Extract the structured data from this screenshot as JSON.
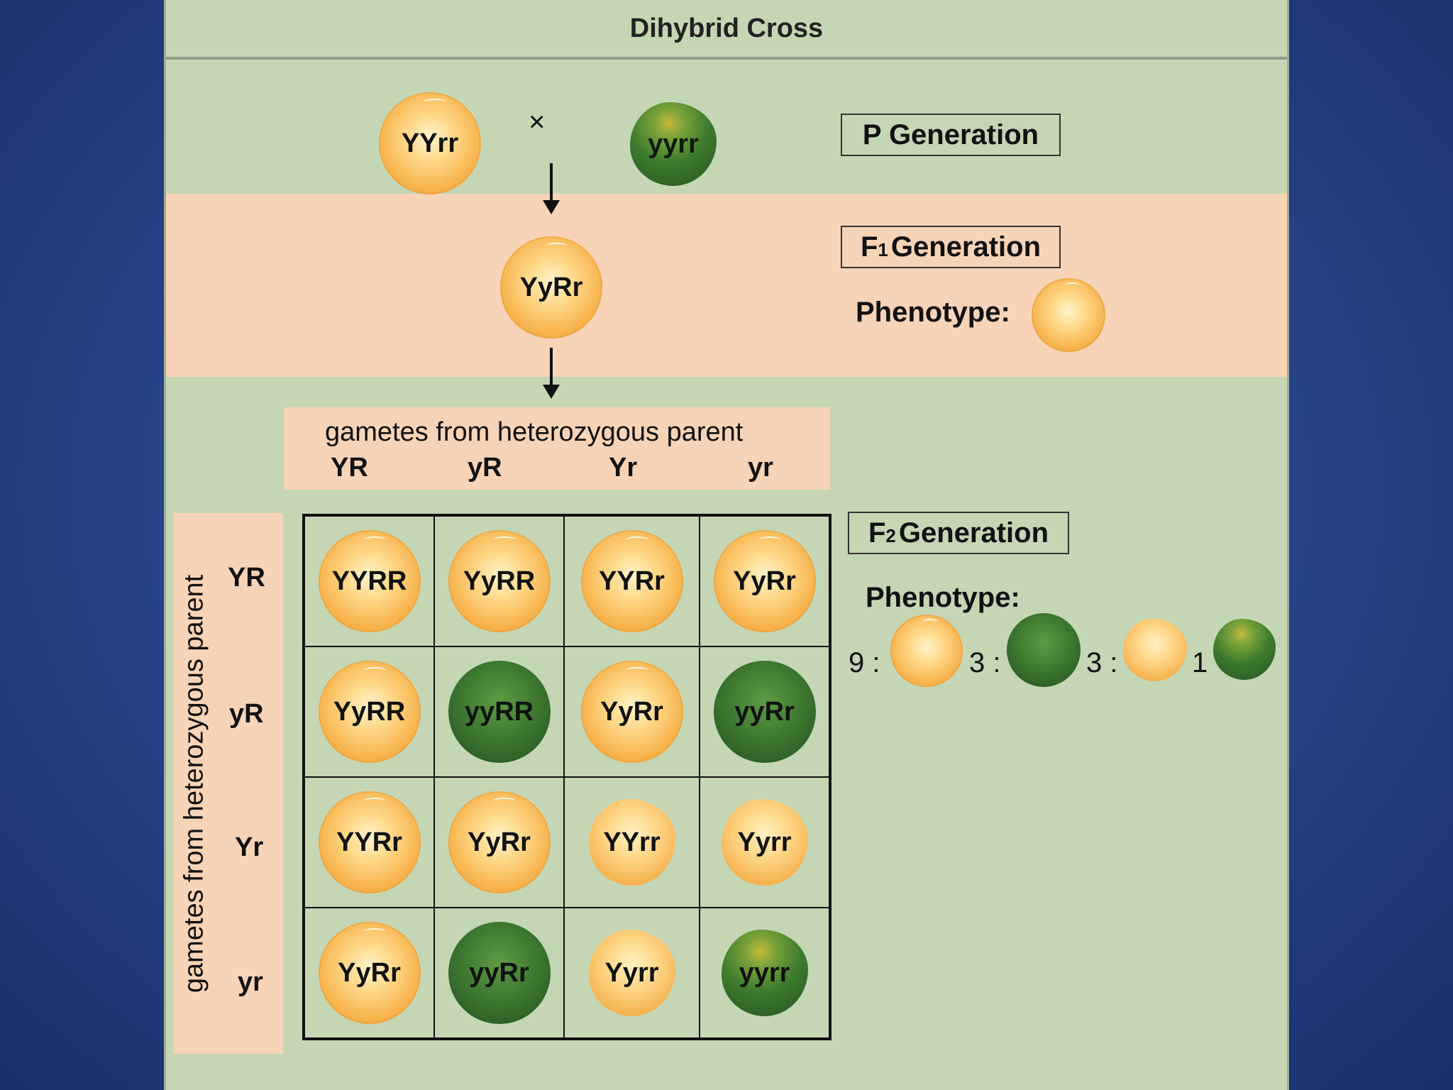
{
  "title": "Dihybrid Cross",
  "cross_symbol": "×",
  "p_generation": {
    "label": "P Generation",
    "parent1": {
      "genotype": "YYrr",
      "color": "yellow",
      "shape": "round"
    },
    "parent2": {
      "genotype": "yyrr",
      "color": "green",
      "shape": "wrinkled"
    }
  },
  "f1_generation": {
    "label_prefix": "F",
    "label_sub": "1",
    "label_suffix": "Generation",
    "genotype": "YyRr",
    "phenotype_label": "Phenotype:",
    "phenotype": {
      "color": "yellow",
      "shape": "round"
    }
  },
  "gametes_top": {
    "title": "gametes from heterozygous parent",
    "alleles": [
      "YR",
      "yR",
      "Yr",
      "yr"
    ]
  },
  "gametes_left": {
    "title": "gametes from heterozygous parent",
    "alleles": [
      "YR",
      "yR",
      "Yr",
      "yr"
    ]
  },
  "punnett": [
    [
      {
        "genotype": "YYRR",
        "color": "yellow",
        "shape": "round"
      },
      {
        "genotype": "YyRR",
        "color": "yellow",
        "shape": "round"
      },
      {
        "genotype": "YYRr",
        "color": "yellow",
        "shape": "round"
      },
      {
        "genotype": "YyRr",
        "color": "yellow",
        "shape": "round"
      }
    ],
    [
      {
        "genotype": "YyRR",
        "color": "yellow",
        "shape": "round"
      },
      {
        "genotype": "yyRR",
        "color": "green",
        "shape": "round"
      },
      {
        "genotype": "YyRr",
        "color": "yellow",
        "shape": "round"
      },
      {
        "genotype": "yyRr",
        "color": "green",
        "shape": "round"
      }
    ],
    [
      {
        "genotype": "YYRr",
        "color": "yellow",
        "shape": "round"
      },
      {
        "genotype": "YyRr",
        "color": "yellow",
        "shape": "round"
      },
      {
        "genotype": "YYrr",
        "color": "yellow",
        "shape": "wrinkled"
      },
      {
        "genotype": "Yyrr",
        "color": "yellow",
        "shape": "wrinkled"
      }
    ],
    [
      {
        "genotype": "YyRr",
        "color": "yellow",
        "shape": "round"
      },
      {
        "genotype": "yyRr",
        "color": "green",
        "shape": "round"
      },
      {
        "genotype": "Yyrr",
        "color": "yellow",
        "shape": "wrinkled"
      },
      {
        "genotype": "yyrr",
        "color": "green",
        "shape": "wrinkled"
      }
    ]
  ],
  "f2_generation": {
    "label_prefix": "F",
    "label_sub": "2",
    "label_suffix": "Generation",
    "phenotype_label": "Phenotype:",
    "ratio": [
      {
        "num": "9 :",
        "color": "yellow",
        "shape": "round"
      },
      {
        "num": "3 :",
        "color": "green",
        "shape": "round"
      },
      {
        "num": "3 :",
        "color": "yellow",
        "shape": "wrinkled"
      },
      {
        "num": "1",
        "color": "green",
        "shape": "wrinkled"
      }
    ]
  }
}
